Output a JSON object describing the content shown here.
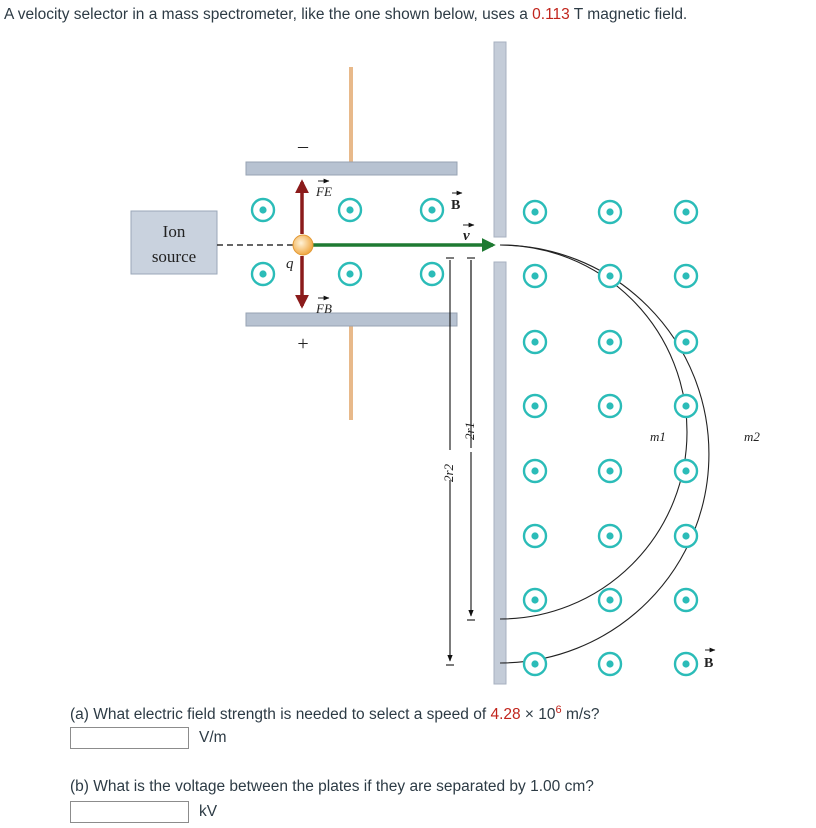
{
  "intro": {
    "text_before": "A velocity selector in a mass spectrometer, like the one shown below, uses a ",
    "field_value": "0.113",
    "text_after": " T magnetic field."
  },
  "figure": {
    "ion_source_line1": "Ion",
    "ion_source_line2": "source",
    "minus": "–",
    "plus": "+",
    "charge": "q",
    "force_electric": "FE",
    "force_magnetic": "FB",
    "field_b": "B",
    "velocity": "v",
    "diameter_1": "2r1",
    "diameter_2": "2r2",
    "mass_1": "m1",
    "mass_2": "m2",
    "b_label_bottom": "B",
    "colors": {
      "plate": "#b7c2d1",
      "dot_ring": "#2bbcb8",
      "beam": "#1e7a32",
      "force_arrow": "#8b1b1b",
      "wire": "#e8b98a",
      "ion": "#f5b85c"
    }
  },
  "part_a": {
    "text_before": "(a) What electric field strength is needed to select a speed of ",
    "speed_mantissa": "4.28",
    "times": " × 10",
    "exponent": "6",
    "text_after": " m/s?",
    "unit": "V/m",
    "answer_value": ""
  },
  "part_b": {
    "text": "(b) What is the voltage between the plates if they are separated by 1.00 cm?",
    "unit": "kV",
    "answer_value": ""
  }
}
